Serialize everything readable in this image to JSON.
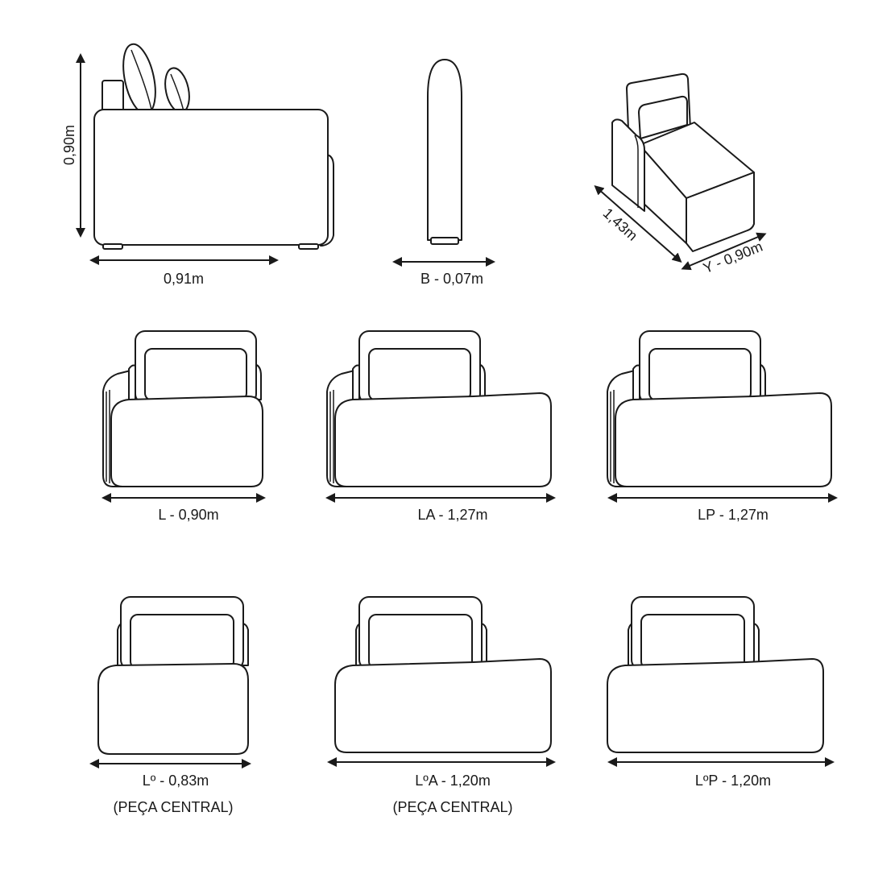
{
  "side_view": {
    "height_label": "0,90m",
    "width_label": "0,91m"
  },
  "back_view": {
    "label": "B - 0,07m"
  },
  "iso_view": {
    "depth_label": "1,43m",
    "width_label": "Y - 0,90m"
  },
  "modules": [
    {
      "label": "L - 0,90m"
    },
    {
      "label": "LA - 1,27m"
    },
    {
      "label": "LP - 1,27m"
    },
    {
      "label": "Lº - 0,83m",
      "note": "(PEÇA CENTRAL)"
    },
    {
      "label": "LºA - 1,20m",
      "note": "(PEÇA CENTRAL)"
    },
    {
      "label": "LºP - 1,20m"
    }
  ],
  "colors": {
    "line": "#1a1a1a",
    "background": "#ffffff"
  }
}
